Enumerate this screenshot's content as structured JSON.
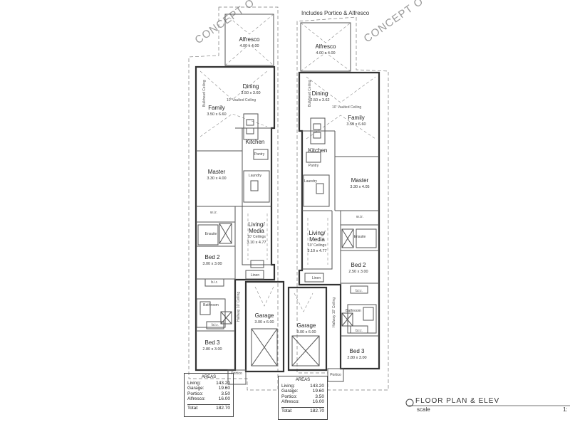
{
  "header": {
    "note": "Includes Portico & Alfresco",
    "watermark_left": "CONCEPT O",
    "watermark_right": "CONCEPT O"
  },
  "title_block": {
    "title": "FLOOR PLAN & ELEV",
    "scale_label": "scale",
    "scale_value": "1:"
  },
  "rooms_left": [
    {
      "key": "alfresco",
      "name": "Alfresco",
      "dims": "4.00 x 4.00"
    },
    {
      "key": "dining",
      "name": "Dining",
      "dims": "3.50 x 3.60"
    },
    {
      "key": "family",
      "name": "Family",
      "dims": "3.50 x 6.60"
    },
    {
      "key": "kitchen",
      "name": "Kitchen"
    },
    {
      "key": "pantry",
      "name": "Pantry"
    },
    {
      "key": "master",
      "name": "Master",
      "dims": "3.30 x 4.00"
    },
    {
      "key": "laundry",
      "name": "Laundry"
    },
    {
      "key": "living",
      "name": "Living/",
      "name2": "Media",
      "note": "10' Ceilings",
      "dims": "3.10 x 4.77"
    },
    {
      "key": "wir",
      "name": "w.i.r."
    },
    {
      "key": "ensuite",
      "name": "Ensuite"
    },
    {
      "key": "bed2",
      "name": "Bed 2",
      "dims": "3.00 x 3.00"
    },
    {
      "key": "bir",
      "name": "b.i.r."
    },
    {
      "key": "bathroom",
      "name": "Bathroom"
    },
    {
      "key": "bir2",
      "name": "b.i.r."
    },
    {
      "key": "garage",
      "name": "Garage",
      "dims": "3.00 x 6.00"
    },
    {
      "key": "linen",
      "name": "Linen"
    },
    {
      "key": "bed3",
      "name": "Bed 3",
      "dims": "2.80 x 3.00"
    },
    {
      "key": "portico",
      "name": "Portico"
    }
  ],
  "rooms_right": [
    {
      "key": "alfresco",
      "name": "Alfresco",
      "dims": "4.00 x 4.00"
    },
    {
      "key": "dining",
      "name": "Dining",
      "dims": "2.50 x 3.62"
    },
    {
      "key": "family",
      "name": "Family",
      "dims": "3.50 x 6.60"
    },
    {
      "key": "kitchen",
      "name": "Kitchen"
    },
    {
      "key": "pantry",
      "name": "Pantry"
    },
    {
      "key": "master",
      "name": "Master",
      "dims": "3.30 x 4.05"
    },
    {
      "key": "laundry",
      "name": "Laundry"
    },
    {
      "key": "living",
      "name": "Living/",
      "name2": "Media",
      "note": "10' Ceilings",
      "dims": "3.10 x 4.77"
    },
    {
      "key": "wir",
      "name": "w.i.r."
    },
    {
      "key": "ensuite",
      "name": "Ensuite"
    },
    {
      "key": "bed2",
      "name": "Bed 2",
      "dims": "2.50 x 3.00"
    },
    {
      "key": "bir",
      "name": "b.i.r."
    },
    {
      "key": "bathroom",
      "name": "Bathroom"
    },
    {
      "key": "bir2",
      "name": "b.i.r."
    },
    {
      "key": "garage",
      "name": "Garage",
      "dims": "3.00 x 6.00"
    },
    {
      "key": "linen",
      "name": "Linen"
    },
    {
      "key": "bed3",
      "name": "Bed 3",
      "dims": "2.80 x 3.00"
    },
    {
      "key": "portico",
      "name": "Portico"
    }
  ],
  "notes": {
    "vaulted": "10' Vaulted Ceiling",
    "raked": "Bulkhead Ceiling",
    "hallway": "Hallway 10' Ceiling"
  },
  "areas_left": {
    "title": "AREAS",
    "rows": [
      {
        "label": "Living:",
        "value": "143.20"
      },
      {
        "label": "Garage:",
        "value": "19.60"
      },
      {
        "label": "Portico:",
        "value": "3.50"
      },
      {
        "label": "Alfresco:",
        "value": "16.00"
      }
    ],
    "total_label": "Total:",
    "total_value": "182.70"
  },
  "areas_right": {
    "title": "AREAS",
    "rows": [
      {
        "label": "Living:",
        "value": "143.20"
      },
      {
        "label": "Garage:",
        "value": "19.60"
      },
      {
        "label": "Portico:",
        "value": "3.50"
      },
      {
        "label": "Alfresco:",
        "value": "16.00"
      }
    ],
    "total_label": "Total:",
    "total_value": "182.70"
  }
}
